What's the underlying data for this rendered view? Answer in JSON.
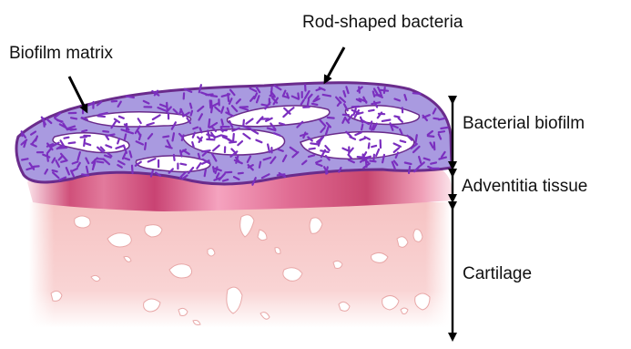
{
  "labels": {
    "biofilm_matrix": "Biofilm matrix",
    "rod_shaped_bacteria": "Rod-shaped bacteria",
    "bacterial_biofilm": "Bacterial biofilm",
    "adventitia_tissue": "Adventitia tissue",
    "cartilage": "Cartilage"
  },
  "colors": {
    "biofilm_matrix": "#a99ae0",
    "biofilm_outline": "#6a2b8c",
    "bacteria": "#7b2fbf",
    "adventitia_dark": "#c8466f",
    "adventitia_light": "#f7a9c2",
    "cartilage": "#f7c8c8",
    "arrow": "#000000"
  }
}
